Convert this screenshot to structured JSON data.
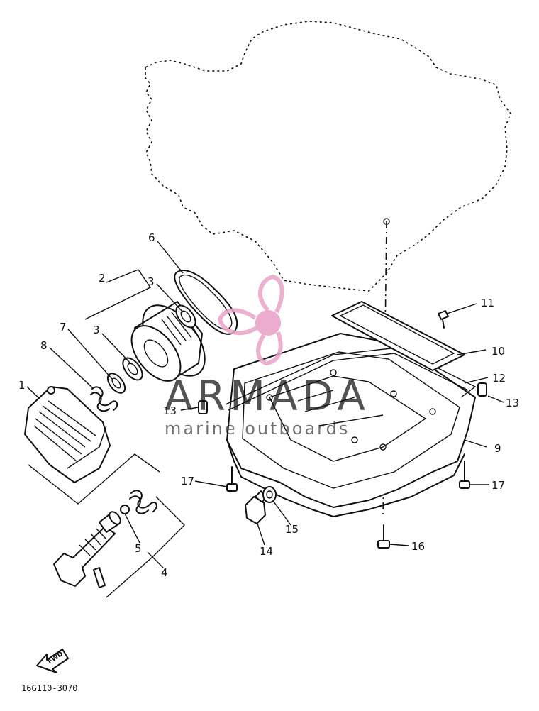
{
  "callouts": {
    "c1": "1",
    "c2": "2",
    "c3a": "3",
    "c3b": "3",
    "c4": "4",
    "c5": "5",
    "c6": "6",
    "c7": "7",
    "c8": "8",
    "c9": "9",
    "c10": "10",
    "c11": "11",
    "c12": "12",
    "c13a": "13",
    "c13b": "13",
    "c14": "14",
    "c15": "15",
    "c16": "16",
    "c17a": "17",
    "c17b": "17"
  },
  "figure_code": "16G110-3070",
  "forward_label": "FWD",
  "watermark": {
    "title": "ARMADA",
    "subtitle": "marine outboards",
    "accent_color": "#e9a3c9"
  }
}
